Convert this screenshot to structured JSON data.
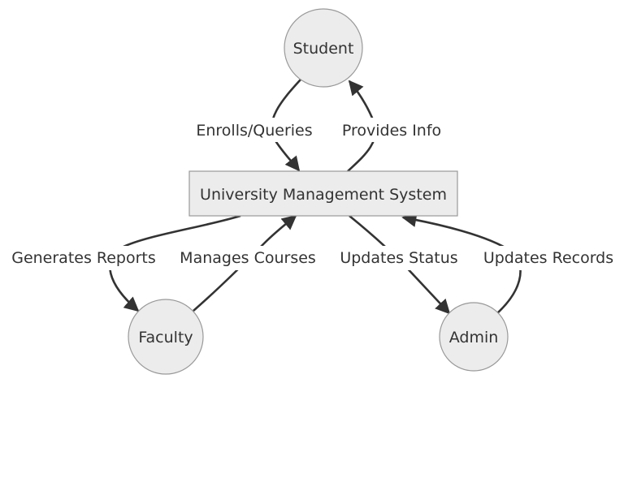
{
  "nodes": {
    "student": "Student",
    "system": "University Management System",
    "faculty": "Faculty",
    "admin": "Admin"
  },
  "edges": {
    "enrolls": "Enrolls/Queries",
    "provides": "Provides Info",
    "generates": "Generates Reports",
    "manages": "Manages Courses",
    "updates_status": "Updates Status",
    "updates_records": "Updates Records"
  },
  "colors": {
    "node_fill": "#ececec",
    "node_stroke": "#999999",
    "edge": "#333333",
    "text": "#333333"
  }
}
